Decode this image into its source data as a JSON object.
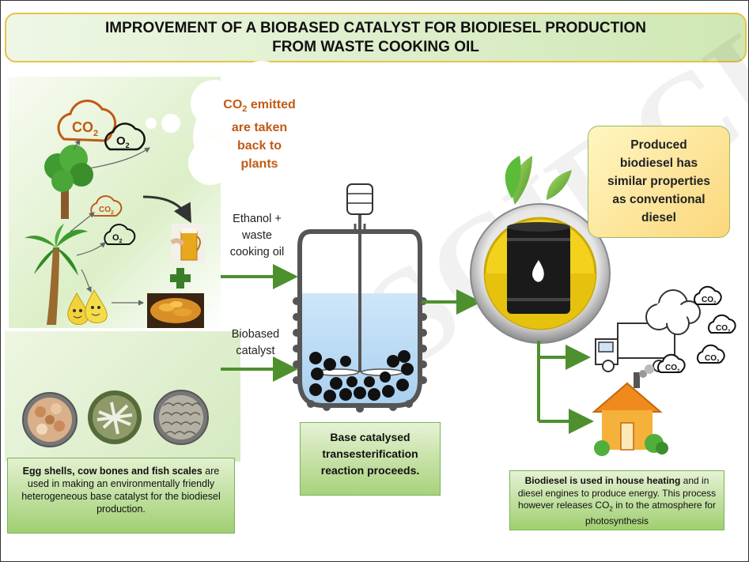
{
  "title": {
    "line1": "IMPROVEMENT OF A BIOBASED CATALYST FOR BIODIESEL PRODUCTION",
    "line2": "FROM WASTE COOKING OIL"
  },
  "watermark": "SCIRCL",
  "cycle": {
    "co2_label": "CO",
    "co2_sub": "2",
    "o2_label": "O",
    "o2_sub": "2",
    "cloud_text_a": "CO",
    "cloud_text_sub": "2",
    "cloud_text_b": " emitted",
    "cloud_text_c": "are taken",
    "cloud_text_d": "back to",
    "cloud_text_e": "plants"
  },
  "inputs": {
    "ethanol_l1": "Ethanol +",
    "ethanol_l2": "waste",
    "ethanol_l3": "cooking oil",
    "catalyst_l1": "Biobased",
    "catalyst_l2": "catalyst"
  },
  "catalyst_sources": {
    "bold": "Egg shells, cow bones and fish scales",
    "rest": " are used in making an environmentally friendly heterogeneous base catalyst for the biodiesel production."
  },
  "reaction": {
    "l1": "Base catalysed",
    "l2": "transesterification",
    "l3": "reaction proceeds."
  },
  "properties": {
    "l1": "Produced",
    "l2": "biodiesel has",
    "l3": "similar properties",
    "l4": "as conventional",
    "l5": "diesel"
  },
  "usage": {
    "bold": "Biodiesel is used in house heating",
    "rest1": " and in diesel engines to produce energy. This process however releases CO",
    "sub": "2",
    "rest2": " in to the atmosphere for photosynthesis"
  },
  "colors": {
    "arrow_green": "#4e8f2e",
    "co2_orange": "#c05a14",
    "liquid_blue": "#bcdcf5",
    "drum_yellow": "#f2d21c"
  }
}
